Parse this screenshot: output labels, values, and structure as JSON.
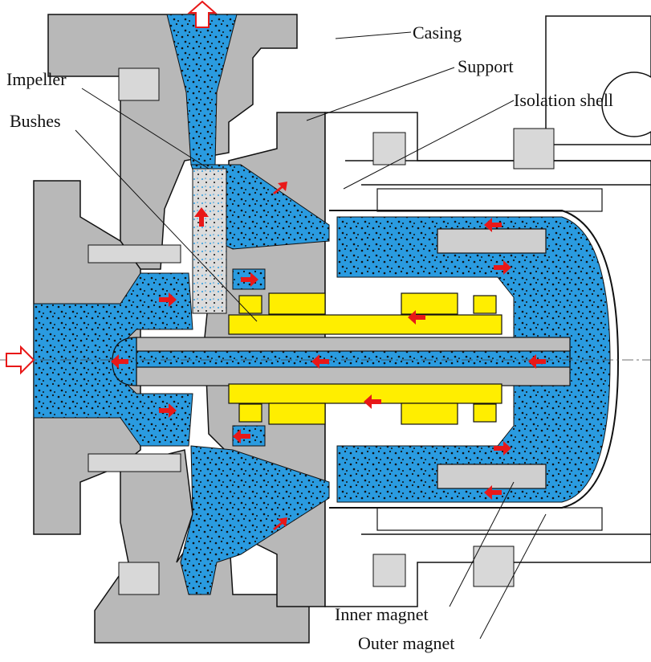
{
  "labels": {
    "casing": "Casing",
    "support": "Support",
    "isolation_shell": "Isolation shell",
    "impeller": "Impeller",
    "bushes": "Bushes",
    "inner_magnet": "Inner magnet",
    "outer_magnet": "Outer magnet"
  },
  "colors": {
    "casing_gray": "#b8b8b8",
    "fluid_blue": "#2a9be0",
    "magnet_yellow": "#ffee00",
    "flow_arrow": "#e81818",
    "outline": "#111111"
  },
  "icons": {
    "inlet": "inlet-arrow-icon",
    "outlet": "outlet-arrow-icon",
    "flow": "flow-arrow-icon"
  }
}
